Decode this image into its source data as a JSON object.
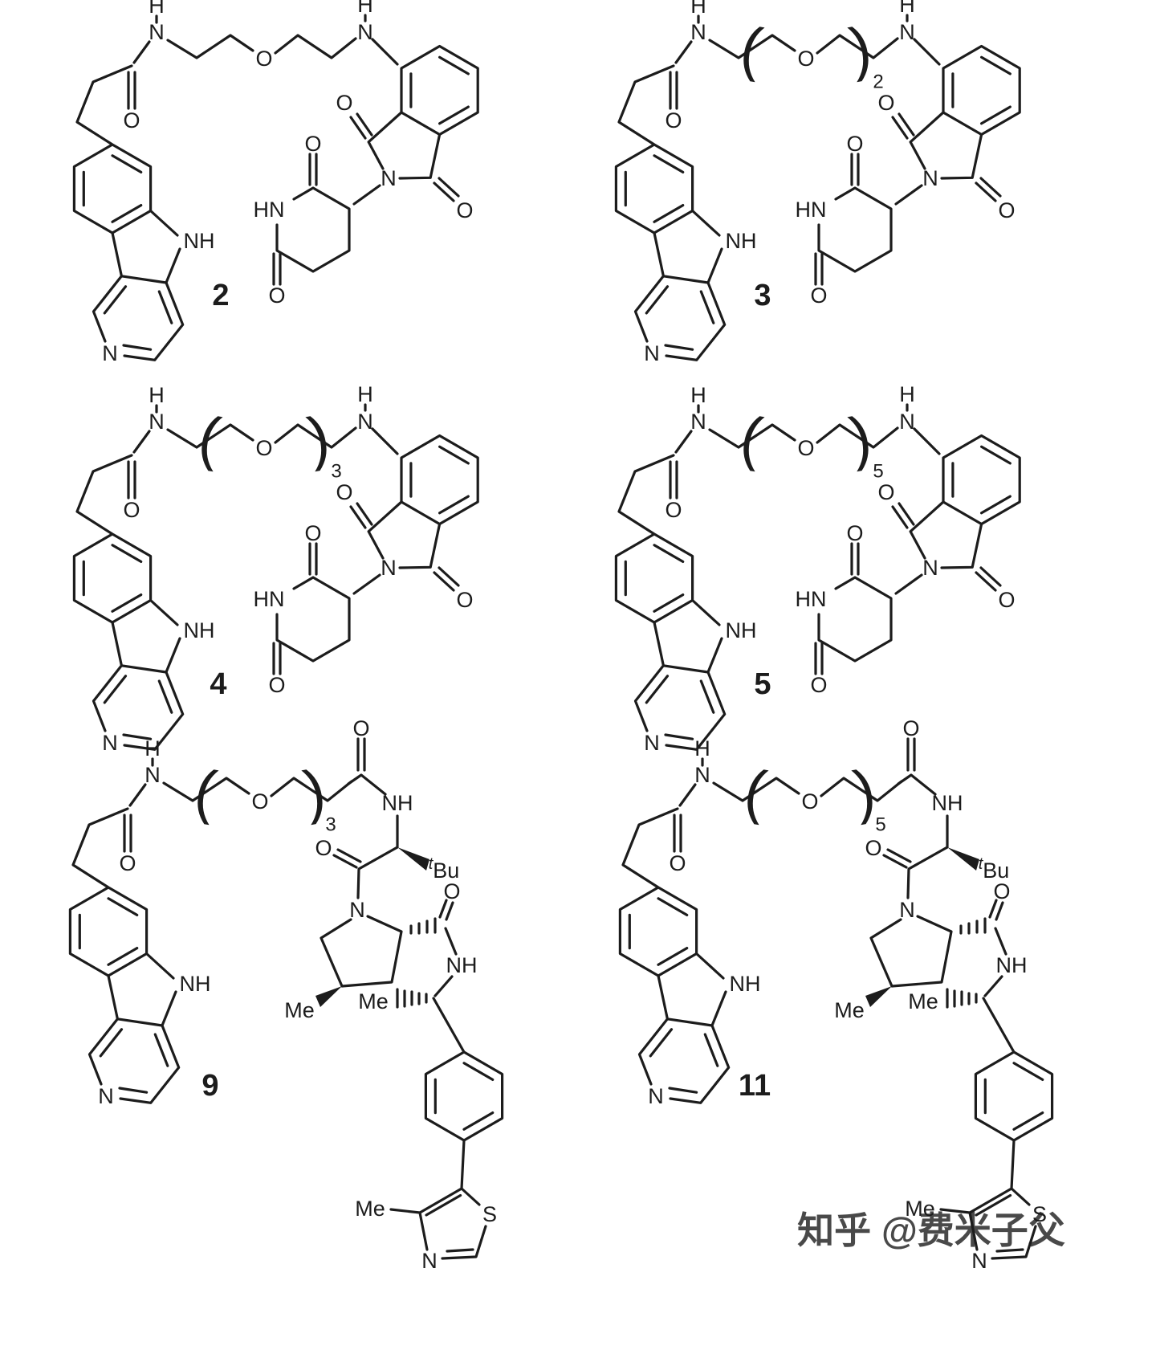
{
  "figure": {
    "background": "#ffffff",
    "line_color": "#1c1c1c"
  },
  "atoms": {
    "H": "H",
    "N": "N",
    "O": "O",
    "NH": "NH",
    "HN": "HN",
    "S": "S",
    "Me": "Me",
    "t": "t",
    "Bu": "Bu"
  },
  "linker": {
    "paren_open": "(",
    "paren_close": ")"
  },
  "compounds": [
    {
      "label": "2",
      "linker_n": ""
    },
    {
      "label": "3",
      "linker_n": "2"
    },
    {
      "label": "4",
      "linker_n": "3"
    },
    {
      "label": "5",
      "linker_n": "5"
    },
    {
      "label": "9",
      "linker_n": "3"
    },
    {
      "label": "11",
      "linker_n": "5"
    }
  ],
  "watermark": {
    "text": "知乎 @费米子父",
    "color": "#c6c6c6"
  }
}
